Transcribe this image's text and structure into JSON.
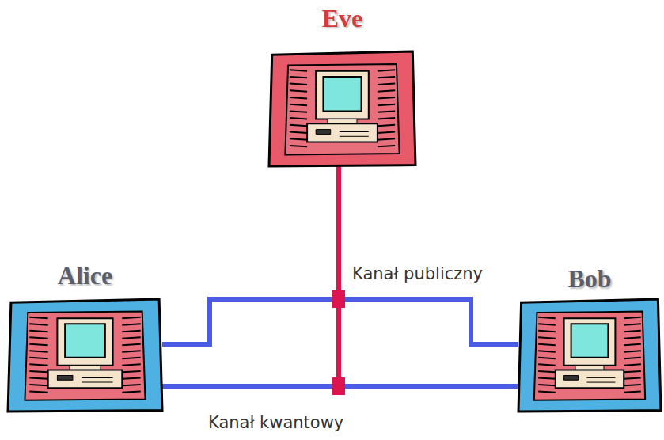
{
  "diagram": {
    "nodes": [
      {
        "text": [
          "Eve"
        ]
      },
      {
        "text": [
          "Alice"
        ]
      },
      {
        "text": [
          "Bob"
        ]
      }
    ],
    "edges": [
      {
        "from": 1,
        "to": 2,
        "arrow": "none",
        "label": "Kanał publiczny"
      },
      {
        "from": 1,
        "to": 2,
        "arrow": "none",
        "label": "Kanał kwantowy"
      }
    ]
  }
}
